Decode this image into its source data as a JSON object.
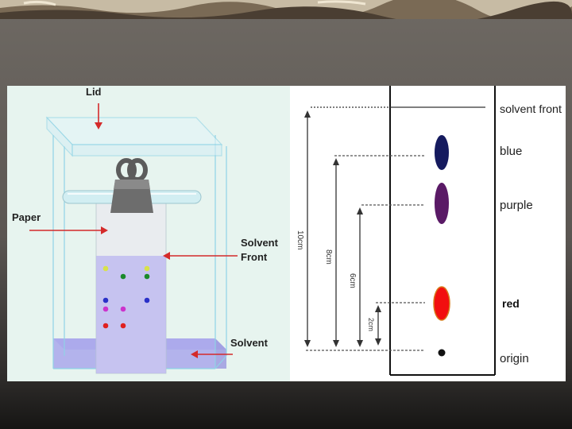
{
  "colors": {
    "arrow_red": "#d42a2a",
    "solvent_fill": "#a9a7eb",
    "spot_blue": "#151a5e",
    "spot_purple": "#5a1a66",
    "spot_red": "#f20f0f",
    "spot_origin": "#111111"
  },
  "left_diagram": {
    "labels": {
      "lid": "Lid",
      "paper": "Paper",
      "solvent_front": [
        "Solvent",
        "Front"
      ],
      "solvent": "Solvent"
    },
    "icons": [
      "binder-clip-icon",
      "glass-tank-icon",
      "glass-rod-icon"
    ]
  },
  "right_diagram": {
    "labels": {
      "solvent_front": "solvent front",
      "blue": "blue",
      "purple": "purple",
      "red": "red",
      "origin": "origin"
    },
    "distances": {
      "solvent_front": "10cm",
      "blue": "8cm",
      "purple": "6cm",
      "red": "2cm"
    }
  }
}
